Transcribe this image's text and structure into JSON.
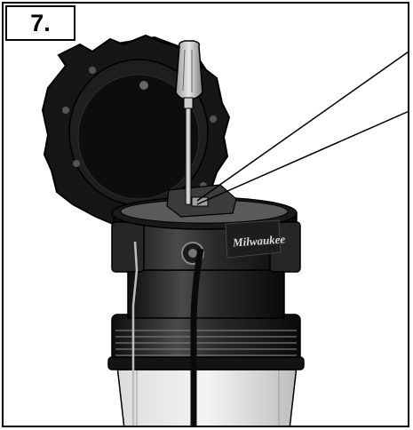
{
  "step": {
    "number": "7."
  },
  "product": {
    "brand": "Milwaukee"
  },
  "colors": {
    "body_black": "#1c1c1c",
    "body_gray": "#3a3a3a",
    "highlight": "#8a8a8a",
    "line": "#000000",
    "background": "#ffffff"
  },
  "icons": [
    "screwdriver",
    "callout-leader-lines",
    "cord",
    "hinge-pin"
  ]
}
